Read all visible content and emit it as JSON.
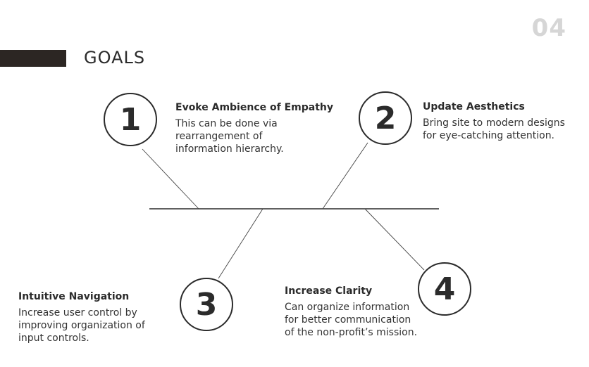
{
  "slide": {
    "page_number": "04",
    "title": "GOALS"
  },
  "goals": [
    {
      "number": "1",
      "title": "Evoke Ambience of Empathy",
      "description": "This can be done via rearrangement of information hierarchy."
    },
    {
      "number": "2",
      "title": "Update Aesthetics",
      "description": "Bring site to modern designs for eye-catching attention."
    },
    {
      "number": "3",
      "title": "Intuitive Navigation",
      "description": "Increase user control by improving organization of input controls."
    },
    {
      "number": "4",
      "title": "Increase Clarity",
      "description": "Can organize information for better communication of the non-profit’s mission."
    }
  ],
  "colors": {
    "text": "#2b2b2b",
    "accent_bar": "#2c2623",
    "page_number": "#d6d6d6"
  }
}
